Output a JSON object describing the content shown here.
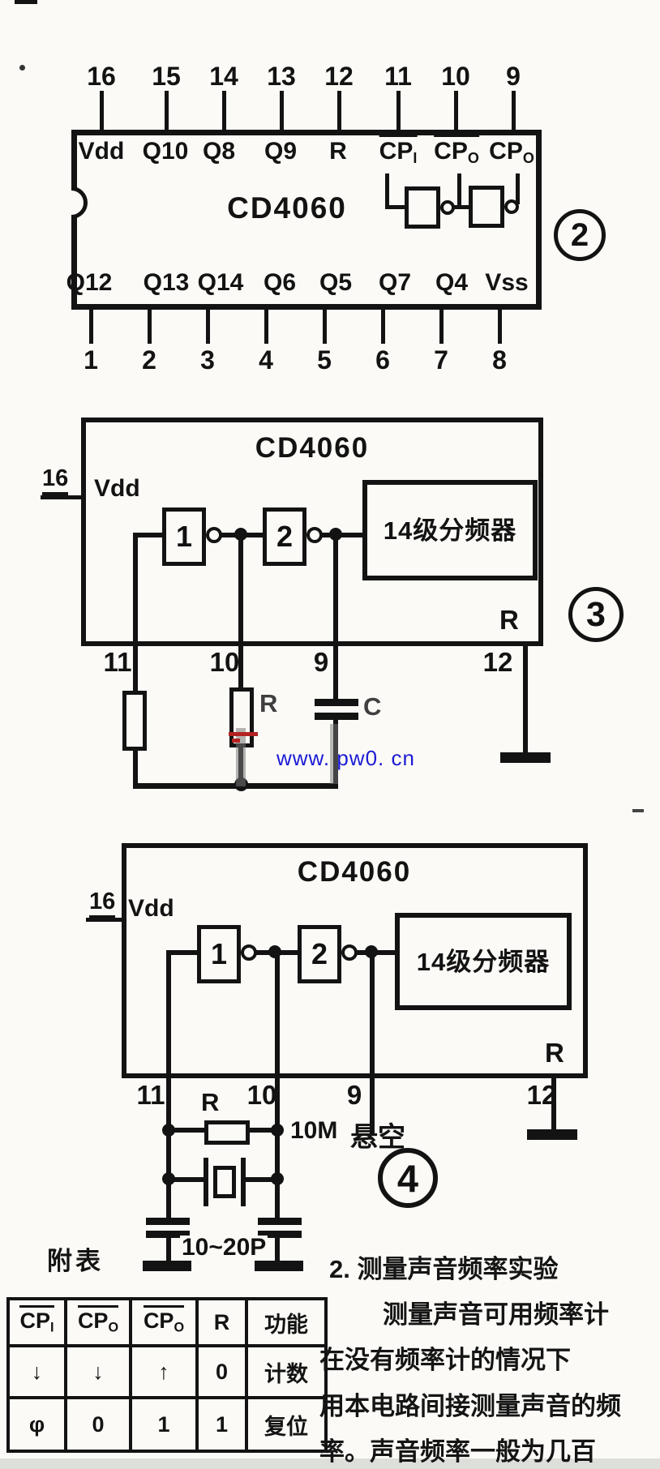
{
  "colors": {
    "ink": "#131313",
    "watermark_blue": "#1b1bd6",
    "watermark_red": "#b42222",
    "watermark_gray": "#3f3f3f"
  },
  "watermark": {
    "url": "www. pw0. cn"
  },
  "pinout": {
    "badge": "2",
    "chip_name": "CD4060",
    "top_pin_numbers": [
      "16",
      "15",
      "14",
      "13",
      "12",
      "11",
      "10",
      "9"
    ],
    "top_labels": [
      {
        "text": "Vdd"
      },
      {
        "text": "Q10"
      },
      {
        "text": "Q8"
      },
      {
        "text": "Q9"
      },
      {
        "text": "R"
      },
      {
        "base": "CP",
        "sub": "I",
        "overline": true
      },
      {
        "base": "CP",
        "sub": "O",
        "overline": true
      },
      {
        "base": "CP",
        "sub": "O",
        "overline": false
      }
    ],
    "bottom_labels": [
      "Q12",
      "Q13",
      "Q14",
      "Q6",
      "Q5",
      "Q7",
      "Q4",
      "Vss"
    ],
    "bottom_pin_numbers": [
      "1",
      "2",
      "3",
      "4",
      "5",
      "6",
      "7",
      "8"
    ]
  },
  "rc_oscillator": {
    "badge": "3",
    "chip_name": "CD4060",
    "vdd_pin": "16",
    "vdd_label": "Vdd",
    "inverter1": "1",
    "inverter2": "2",
    "divider_label": "14级分频器",
    "reset_label": "R",
    "pin11": "11",
    "pin10": "10",
    "pin9": "9",
    "pin12": "12",
    "resistor_label": "R",
    "capacitor_label": "C"
  },
  "crystal_oscillator": {
    "badge": "4",
    "chip_name": "CD4060",
    "vdd_pin": "16",
    "vdd_label": "Vdd",
    "inverter1": "1",
    "inverter2": "2",
    "divider_label": "14级分频器",
    "reset_label": "R",
    "pin11": "11",
    "pin10": "10",
    "pin9": "9",
    "pin12": "12",
    "resistor_label": "R",
    "resistor_value": "10M",
    "floating_label": "悬空",
    "capacitor_value": "10~20P"
  },
  "truth_table": {
    "title": "附表",
    "headers": [
      {
        "base": "CP",
        "sub": "I",
        "overline": true
      },
      {
        "base": "CP",
        "sub": "O",
        "overline": true
      },
      {
        "base": "CP",
        "sub": "O",
        "overline": true
      },
      {
        "text": "R"
      },
      {
        "text": "功能"
      }
    ],
    "rows": [
      [
        "↓",
        "↓",
        "↑",
        "0",
        "计数"
      ],
      [
        "φ",
        "0",
        "1",
        "1",
        "复位"
      ]
    ]
  },
  "body_text": {
    "lines": [
      "2. 测量声音频率实验",
      "测量声音可用频率计",
      "在没有频率计的情况下",
      "用本电路间接测量声音的频",
      "率。声音频率一般为几百"
    ]
  }
}
